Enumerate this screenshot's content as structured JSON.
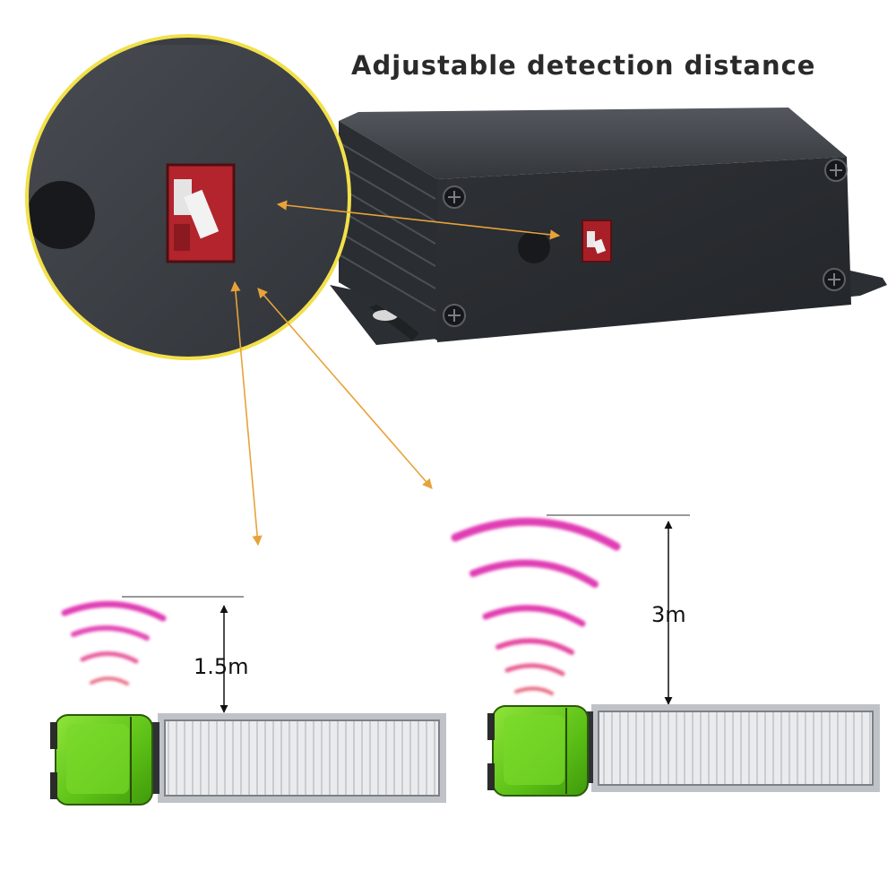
{
  "headline": "Adjustable detection distance",
  "distance_short": "1.5m",
  "distance_long": "3m",
  "colors": {
    "housing": "#3b3e43",
    "switch": "#b3242c",
    "callout_ring": "#f2e04a",
    "arrow": "#e8a23a",
    "signal": "#e03cb4",
    "truck_cab": "#6fd21e",
    "trailer": "#d7dadd"
  },
  "icons": [
    "screw-icon",
    "dip-switch-icon",
    "signal-waves-icon",
    "truck-icon"
  ]
}
